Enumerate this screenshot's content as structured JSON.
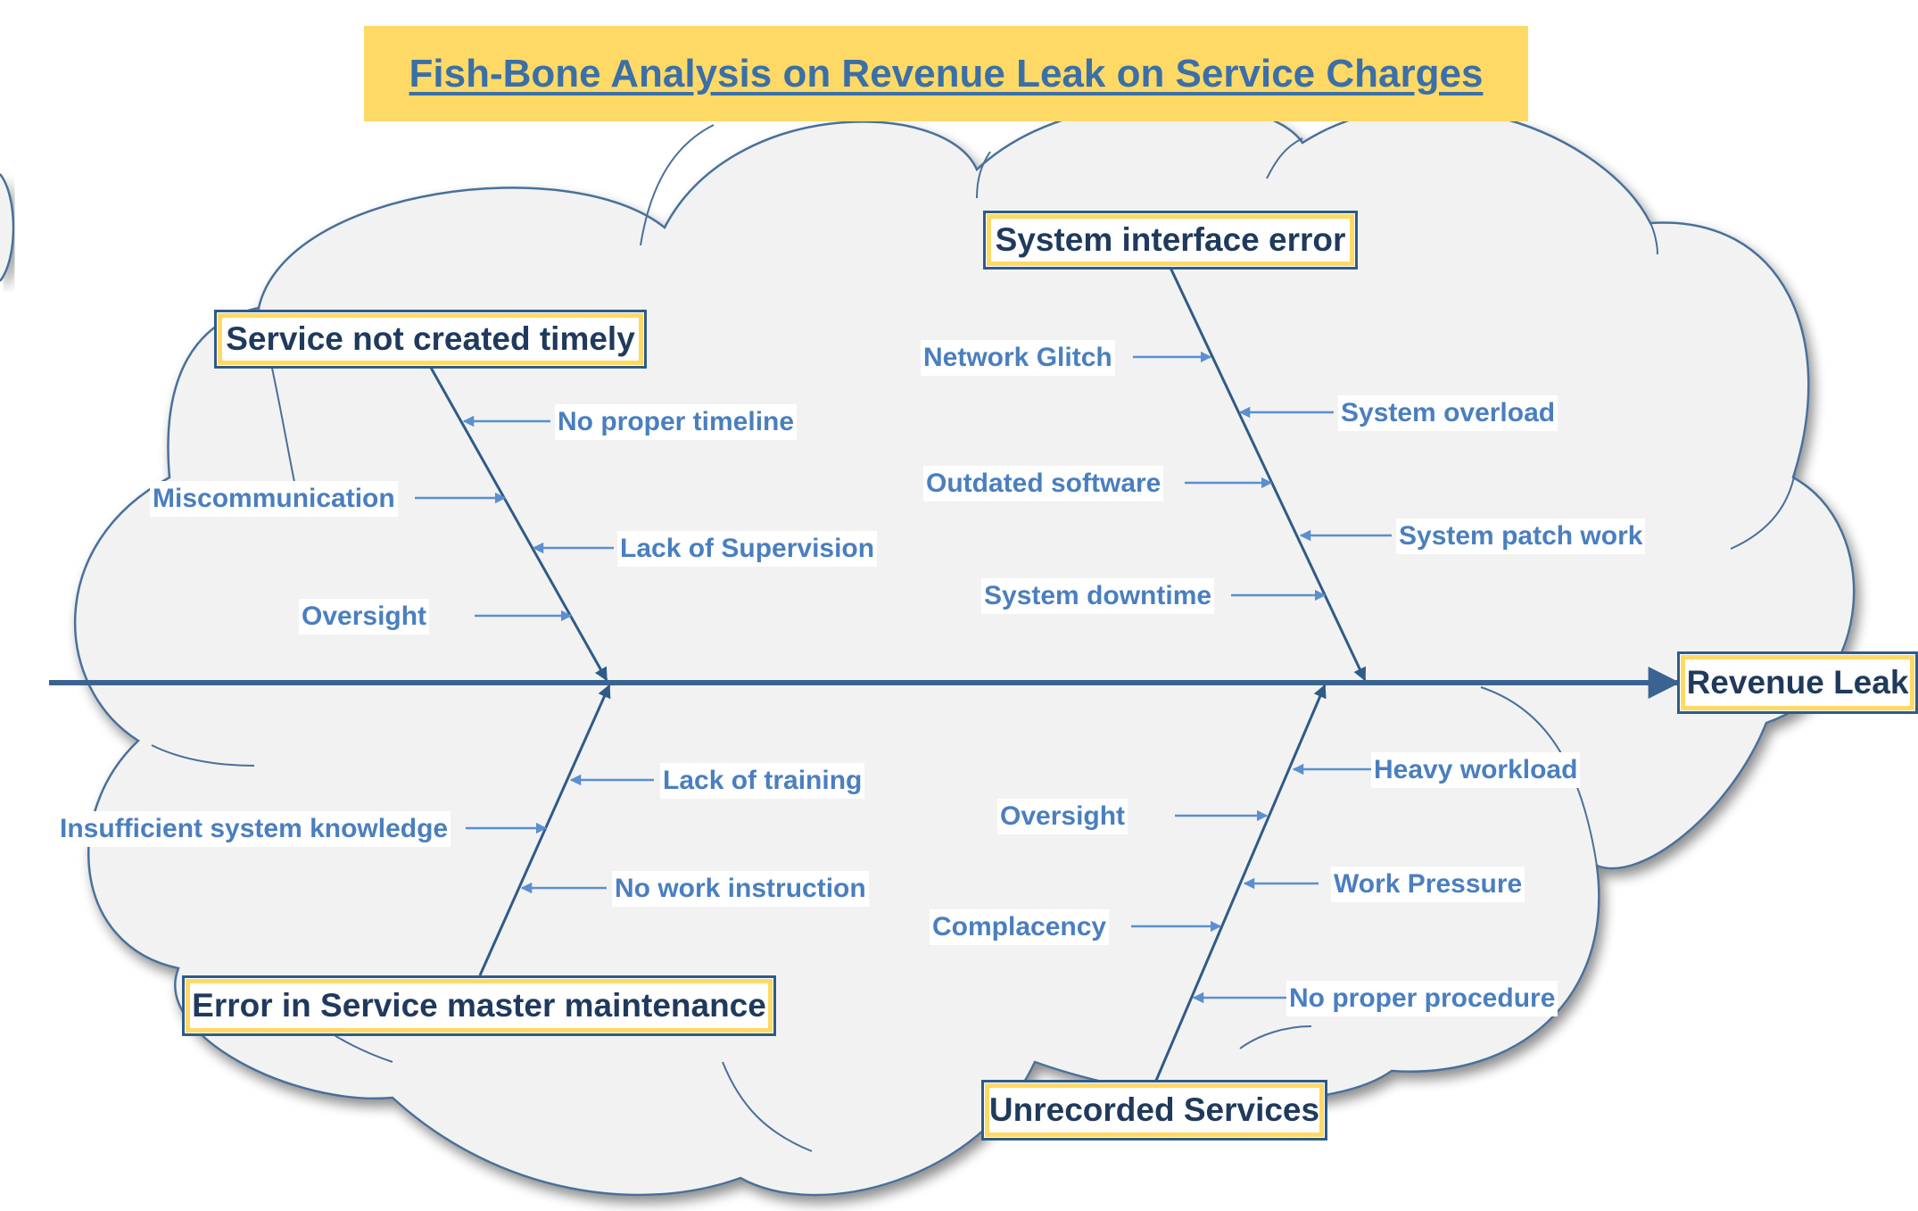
{
  "title": "Fish-Bone Analysis on Revenue Leak on Service Charges",
  "effect": "Revenue Leak",
  "categories": {
    "service_not_created": "Service not created timely",
    "system_interface": "System interface error",
    "service_master": "Error in Service master maintenance",
    "unrecorded": "Unrecorded Services"
  },
  "causes": {
    "service_not_created": [
      "No proper timeline",
      "Miscommunication",
      "Lack of Supervision",
      "Oversight"
    ],
    "system_interface": [
      "Network Glitch",
      "System overload",
      "Outdated software",
      "System patch work",
      "System downtime"
    ],
    "service_master": [
      "Lack of training",
      "Insufficient system knowledge",
      "No work instruction"
    ],
    "unrecorded": [
      "Heavy workload",
      "Oversight",
      "Work Pressure",
      "Complacency",
      "No proper procedure"
    ]
  },
  "colors": {
    "title_fill": "#ffd966",
    "spine": "#3a6391",
    "cause_text": "#4a7fbf",
    "cloud_fill": "#f2f2f2",
    "cloud_stroke": "#4a6f9a"
  }
}
